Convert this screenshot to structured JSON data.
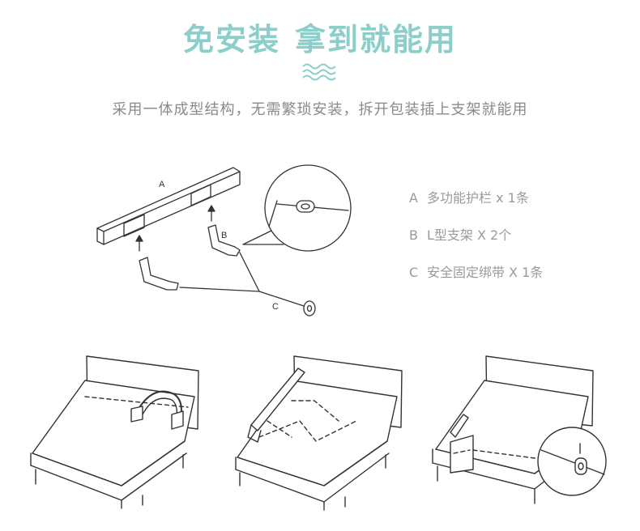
{
  "title": {
    "part1": "免安装",
    "part2": "拿到就能用"
  },
  "subtitle": "采用一体成型结构，无需繁琐安装，拆开包装插上支架就能用",
  "diagram_labels": {
    "a": "A",
    "b": "B",
    "c": "C"
  },
  "legend": [
    {
      "letter": "A",
      "text": "多功能护栏 x 1条"
    },
    {
      "letter": "B",
      "text": "L型支架 X 2个"
    },
    {
      "letter": "C",
      "text": "安全固定绑带 X 1条"
    }
  ],
  "colors": {
    "title": "#8ccfca",
    "subtitle": "#8a8a8a",
    "line": "#333333"
  }
}
